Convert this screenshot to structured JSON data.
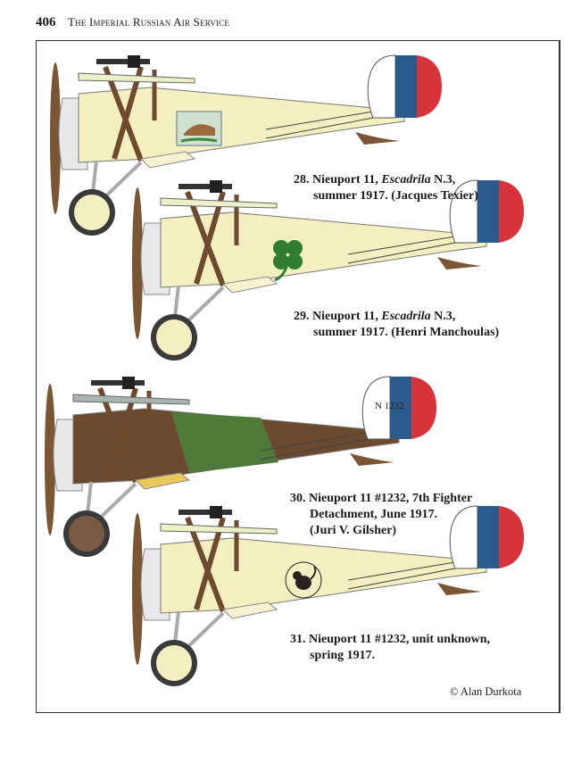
{
  "header": {
    "page_number": "406",
    "running_title": "The Imperial Russian Air Service"
  },
  "plates": [
    {
      "number": "28.",
      "line1_pre": "Nieuport 11, ",
      "line1_italic": "Escadrila",
      "line1_post": " N.3,",
      "line2": "summer 1917. (Jacques Texier)",
      "line3": "",
      "fuselage_color": "#f4efc0",
      "camouflage": false,
      "emblem": "lynx-panel"
    },
    {
      "number": "29.",
      "line1_pre": "Nieuport 11, ",
      "line1_italic": "Escadrila",
      "line1_post": " N.3,",
      "line2": "summer 1917. (Henri Manchoulas)",
      "line3": "",
      "fuselage_color": "#f4efc0",
      "camouflage": false,
      "emblem": "four-leaf-clover"
    },
    {
      "number": "30.",
      "line1_pre": "Nieuport 11 #1232, 7th Fighter",
      "line1_italic": "",
      "line1_post": "",
      "line2": "Detachment, June 1917.",
      "line3": "(Juri V. Gilsher)",
      "fuselage_color": "#6b4a2f",
      "camouflage": true,
      "emblem": "none",
      "rudder_marking": "N 1232"
    },
    {
      "number": "31.",
      "line1_pre": "Nieuport 11 #1232, unit unknown,",
      "line1_italic": "",
      "line1_post": "",
      "line2": "spring 1917.",
      "line3": "",
      "fuselage_color": "#f4efc0",
      "camouflage": false,
      "emblem": "black-cat-roundel"
    }
  ],
  "colors": {
    "blue": "#2b5a8c",
    "red": "#d8323a",
    "wood": "#7a5634",
    "strut": "#6e4a2e",
    "green": "#4f7a3a"
  },
  "credit": "© Alan Durkota"
}
